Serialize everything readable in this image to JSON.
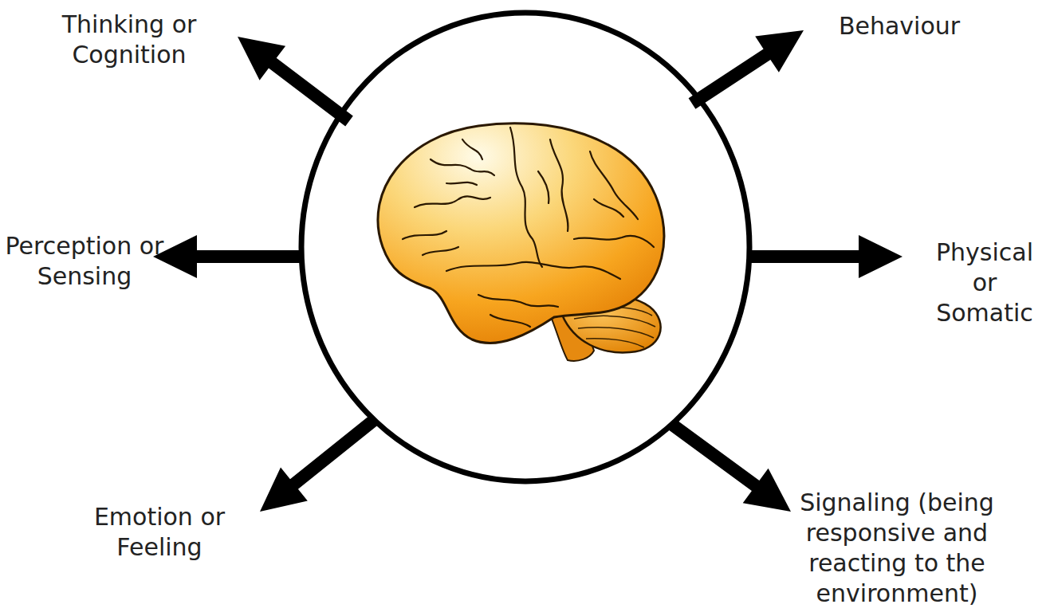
{
  "diagram": {
    "labels": [
      "Thinking or Cognition",
      "Behaviour",
      "Perception or Sensing",
      "Physical or Somatic",
      "Emotion or Feeling",
      "Signaling (being responsive and reacting to the environment)"
    ]
  }
}
